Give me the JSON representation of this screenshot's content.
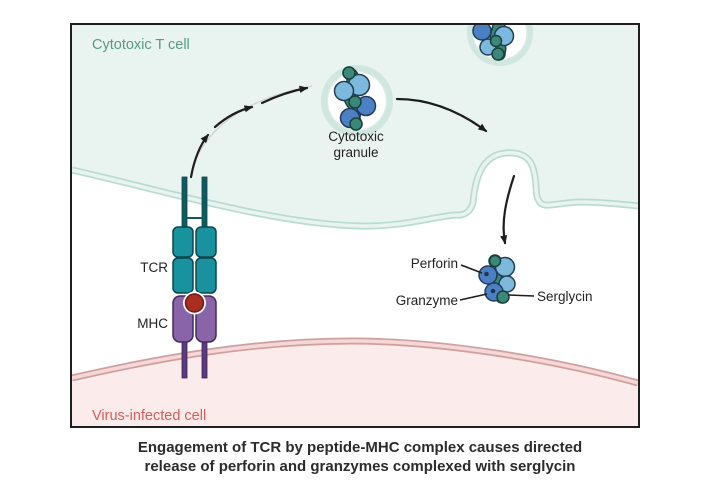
{
  "colors": {
    "t_cell_fill": "#e9f3ef",
    "t_cell_membrane": "#b9dcd1",
    "t_cell_label": "#579a82",
    "infected_fill": "#fcebeb",
    "infected_membrane": "#cf9f9f",
    "infected_membrane_gap": "#f6d7d7",
    "infected_label": "#d15e5a",
    "granule_ring": "#cfe7df",
    "granule_disc": "#ffffff",
    "serglycin_teal": "#3c8878",
    "serglycin_outline": "#17413a",
    "light_blue": "#7db9dd",
    "medium_blue": "#4b80c4",
    "molecule_dot": "#22354f",
    "tcr_teal": "#18929e",
    "tcr_stem": "#0e5b61",
    "mhc_purple": "#8a64a8",
    "mhc_stem": "#5b3a7e",
    "peptide_red": "#a82d22",
    "arrow": "#1d1d1d",
    "frame_border": "#1f1f1f",
    "label_text": "#232323",
    "caption_text": "#2b2b2b"
  },
  "labels": {
    "t_cell": "Cytotoxic T cell",
    "infected_cell": "Virus-infected cell",
    "granule_line1": "Cytotoxic",
    "granule_line2": "granule",
    "tcr": "TCR",
    "mhc": "MHC",
    "perforin": "Perforin",
    "granzyme": "Granzyme",
    "serglycin": "Serglycin"
  },
  "caption": {
    "line1": "Engagement of TCR by peptide-MHC complex causes directed",
    "line2": "release of perforin and granzymes complexed with serglycin"
  }
}
